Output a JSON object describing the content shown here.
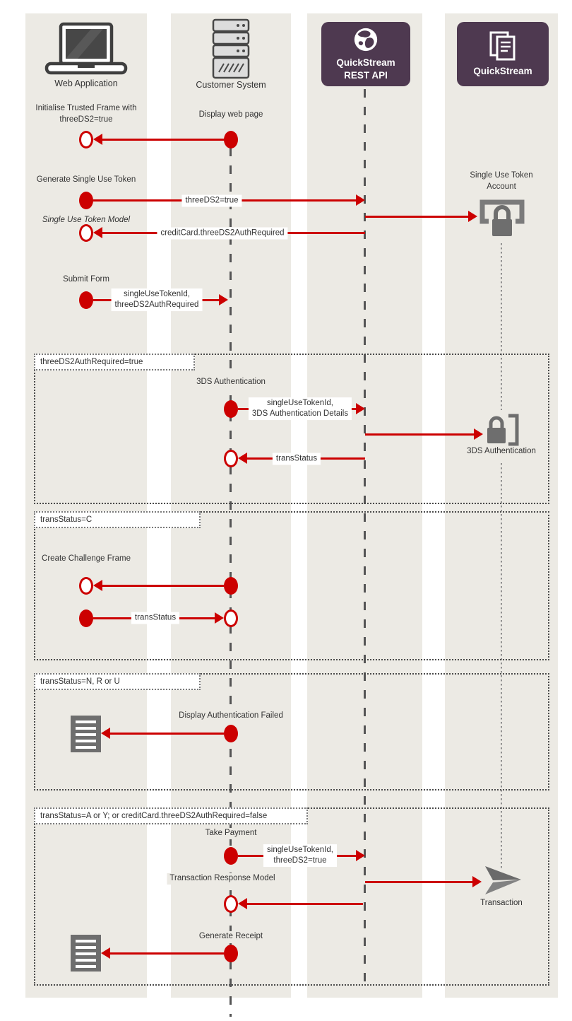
{
  "colors": {
    "red": "#CC0000",
    "purple": "#4E3950",
    "column_bg": "#ECEAE4",
    "icon_gray": "#6E6E6E",
    "outline": "#3F3F3F",
    "lifeline": "#555555",
    "text": "#333333"
  },
  "actors": {
    "web_application": {
      "label": "Web Application"
    },
    "customer_system": {
      "label": "Customer System"
    },
    "rest_api": {
      "label": "QuickStream\nREST API"
    },
    "quickstream": {
      "label": "QuickStream"
    }
  },
  "messages": {
    "init_trusted_frame": "Initialise Trusted Frame with\nthreeDS2=true",
    "display_web_page": "Display web page",
    "generate_single_use_token": "Generate Single Use Token",
    "threeds2_true": "threeDS2=true",
    "single_use_token_model": "Single Use Token Model",
    "creditcard_threeds2_auth_required": "creditCard.threeDS2AuthRequired",
    "submit_form": "Submit Form",
    "single_use_token_id_auth_required": "singleUseTokenId,\nthreeDS2AuthRequired",
    "threeds_authentication": "3DS Authentication",
    "single_use_token_id_3ds_details": "singleUseTokenId,\n3DS Authentication Details",
    "trans_status_return": "transStatus",
    "create_challenge_frame": "Create Challenge Frame",
    "trans_status_forward": "transStatus",
    "display_authentication_failed": "Display Authentication Failed",
    "take_payment": "Take Payment",
    "single_use_token_id_threeds2_true": "singleUseTokenId,\nthreeDS2=true",
    "transaction_response_model": "Transaction Response Model",
    "generate_receipt": "Generate Receipt"
  },
  "endpoints": {
    "single_use_token_account": "Single Use Token\nAccount",
    "threeds_authentication": "3DS Authentication",
    "transaction": "Transaction"
  },
  "frames": [
    {
      "condition": "threeDS2AuthRequired=true"
    },
    {
      "condition": "transStatus=C"
    },
    {
      "condition": "transStatus=N, R or U"
    },
    {
      "condition": "transStatus=A or Y; or creditCard.threeDS2AuthRequired=false"
    }
  ]
}
